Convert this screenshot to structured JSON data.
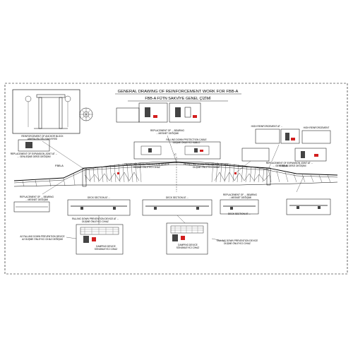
{
  "title_en": "GENERAL DRAWING OF REINFORCEMENT WORK FOR FBB-A",
  "title_tr": "FBB-A FÜTN SAKVİYE GENEL ÇİZİMİ",
  "labels": {
    "fbb_left": "FBB-A",
    "fbb_right": "FBB-A",
    "center_marker": "C",
    "reinforcement_det": "REINFORCEMENT OF ANCHOR BLOCK",
    "reinforcement_det_tr": "ANKRAJ BLOĞU SAKVİYESİ",
    "repl_expansion_left": "REPLACEMENT OF EXPANSION JOINT AT ...",
    "repl_expansion_left_tr": "... GENLEŞME DERZİ DEĞİŞİMİ",
    "repl_bearing": "REPLACEMENT OF ... BEARING",
    "repl_bearing_tr": "... MESNET DEĞİŞİMİ",
    "high_reinf_left": "HIGH REINFORCEMENT AT ...",
    "high_reinf_right": "HIGH REINFORCEMENT",
    "falling_concrete": "FALLING DOWN PROTECTION CABLE",
    "falling_concrete_tr": "DÜŞME ÖNLEYİCİ KABLO",
    "fb_falling_left": "FB FALLING DOWN PREVENTION DEVICE",
    "fb_falling_left_tr": "DÜŞME ÖNLEYİCİ CİHAZ",
    "fb_falling_right": "FB FALLING DOWN PREVENTION DEVICE",
    "fb_falling_right_tr": "DÜŞME ÖNLEYİCİ CİHAZ",
    "repl_expansion_right": "REPLACEMENT OF EXPANSION JOINT AT ...",
    "repl_expansion_right_tr": "... GENLEŞME DERZİ DEĞİŞİMİ",
    "repl_bearing_left": "REPLACEMENT OF ... BEARING",
    "repl_bearing_left_tr": "... MESNET DEĞİŞİMİ",
    "repl_bearing_right": "REPLACEMENT OF ... BEARING",
    "repl_bearing_right_tr": "... MESNET DEĞİŞİMİ",
    "section_a": "DECK SECTION AT ...",
    "section_b": "DECK SECTION AT ...",
    "section_c": "DECK SECTION AT ...",
    "falling_device_bot_left": "FALLING DOWN PREVENTION DEVICE AT ...",
    "falling_device_bot_left_tr": "DÜŞME ÖNLEYİCİ CİHAZ",
    "damping_device_left": "DAMPING DEVICE",
    "damping_device_left_tr": "SÖNÜMLEYİCİ CİHAZ",
    "damping_device_right": "DAMPING DEVICE",
    "damping_device_right_tr": "SÖNÜMLEYİCİ CİHAZ",
    "falling_device_bot_right": "FALLING DOWN PREVENTION DEVICE",
    "falling_device_bot_right_tr": "DÜŞME ÖNLEYİCİ CİHAZ",
    "bottom_left_note": "A2 FALLING DOWN PREVENTION DEVICE",
    "bottom_left_note_tr": "A2 DÜŞME ÖNLEYİCİ CİHAZ DEĞİŞİMİ"
  },
  "colors": {
    "ink": "#000000",
    "accent_red": "#d21e1e",
    "paper": "#ffffff"
  }
}
